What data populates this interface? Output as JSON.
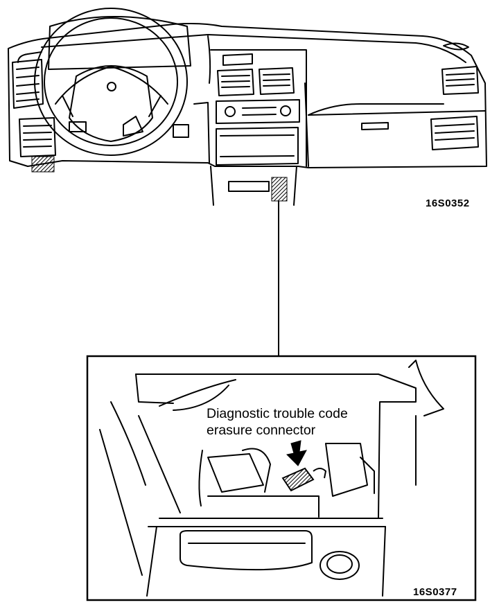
{
  "figure": {
    "reference_top": "16S0352",
    "reference_bottom": "16S0377",
    "callout_line1": "Diagnostic trouble code",
    "callout_line2": "erasure connector"
  },
  "colors": {
    "ink": "#000000",
    "paper": "#ffffff"
  }
}
